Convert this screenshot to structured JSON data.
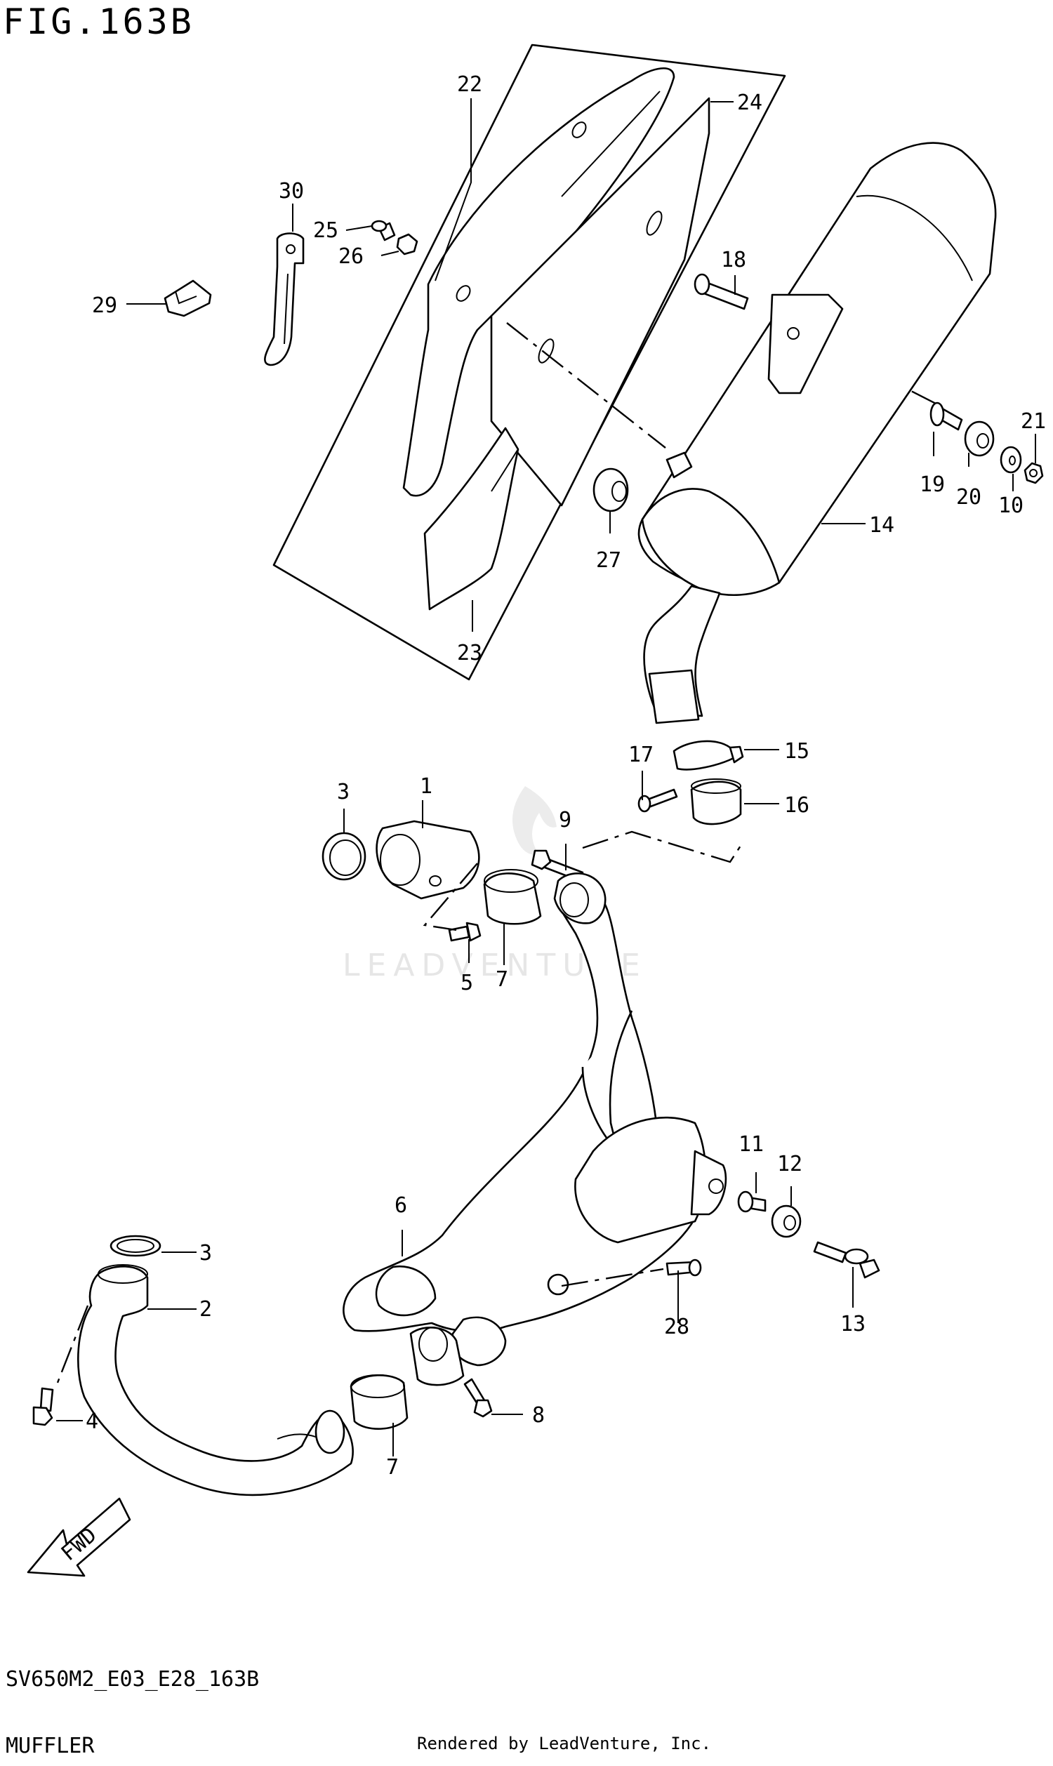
{
  "figure": {
    "title": "FIG.163B",
    "code": "SV650M2_E03_E28_163B",
    "name": "MUFFLER",
    "rendered_by": "Rendered by LeadVenture, Inc.",
    "watermark": "LEADVENTURE",
    "fwd_arrow": "FWD"
  },
  "callouts": [
    "1",
    "2",
    "3",
    "3",
    "4",
    "5",
    "6",
    "7",
    "7",
    "8",
    "9",
    "10",
    "11",
    "12",
    "13",
    "14",
    "15",
    "16",
    "17",
    "18",
    "19",
    "20",
    "21",
    "22",
    "23",
    "24",
    "25",
    "26",
    "27",
    "28",
    "29",
    "30"
  ]
}
